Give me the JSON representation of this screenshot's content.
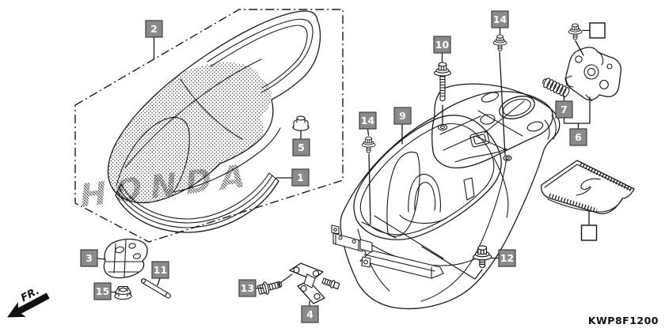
{
  "figure_code": "KWP8F1200",
  "fr_label": "FR.",
  "seat_embossed_text": "HONDA",
  "callouts": {
    "c1": "1",
    "c2": "2",
    "c3": "3",
    "c4": "4",
    "c5": "5",
    "c6": "6",
    "c7": "7",
    "c9": "9",
    "c10": "10",
    "c11": "11",
    "c12": "12",
    "c13": "13",
    "c14a": "14",
    "c14b": "14",
    "c15": "15"
  }
}
